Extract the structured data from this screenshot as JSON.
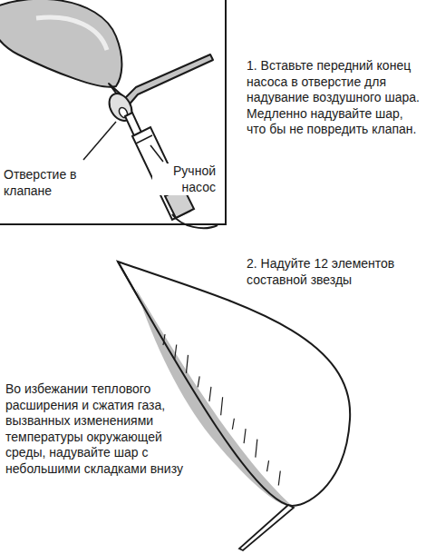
{
  "diagram": {
    "nodes": [
      {
        "text": [
          "Ручной насос",
          "Отверстие в клапане"
        ]
      }
    ],
    "labels": [
      "1. Вставьте передний конец насоса в отверстие для надувание воздушного шара. Медленно надувайте шар, что бы не повредить клапан.",
      "2. Надуйте 12 элементов составной звезды",
      "Во избежании теплового расширения и сжатия газа, вызванных изменениями температуры окружающей среды, надувайте шар с небольшими складками внизу"
    ]
  }
}
